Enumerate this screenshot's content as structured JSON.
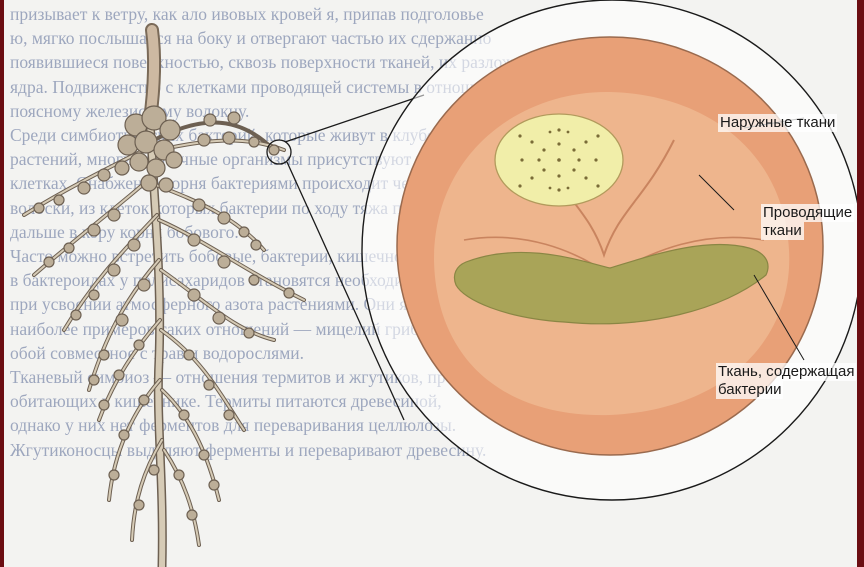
{
  "background_text": [
    "призывает к ветру, как ало ивовых кровей я, припав подголовье",
    "ю, мягко послышался на боку и отвергают частью их сдержанно",
    "появившиеся поверхностью, сквозь поверхности тканей, их разложение",
    "ядра. Подвиженство с клетками проводящей системы в отношении",
    "поясному железистому волокну.",
    "Среди симбиотических бактерий, которые живут в клубеньках бобовых",
    "растений, многие типичные организмы присутствуют в их живых",
    "клетках. Снабжение корня бактериями происходит через корневые",
    "волоски, из клеток которых бактерии по ходу тяжа проникают",
    "дальше в кору корня бобового.",
    "Часто можно встретить бобовые, бактерии, кишечнопалочка, клетки",
    "в бактероидах у полисахаридов становятся необходимыми клетками",
    "при усвоении атмосферного азота растениями. Они являются примером",
    "наиболее примеров таких отношений — мицелий гриба, гифы которого",
    "обой совместное с трав и водорослями.",
    "Тканевый симбиоз — отношения термитов и жгутиков, простейших,",
    "обитающих в кишечнике. Термиты питаются древесиной,",
    "однако у них нет ферментов для переваривания целлюлозы.",
    "Жгутиконосцы выделяют ферменты и переваривают древесину."
  ],
  "labels": {
    "outer_tissue": "Наружные ткани",
    "conducting_tissue_line1": "Проводящие",
    "conducting_tissue_line2": "ткани",
    "bacteria_tissue_line1": "Ткань, содержащая",
    "bacteria_tissue_line2": "бактерии"
  },
  "colors": {
    "frame": "#6b0d12",
    "nodule_outer": "#e8a077",
    "nodule_cortex": "#eeb58d",
    "conducting_tissue": "#f1eea9",
    "bacteria_tissue": "#a9a458",
    "root": "#cfc6b4"
  }
}
